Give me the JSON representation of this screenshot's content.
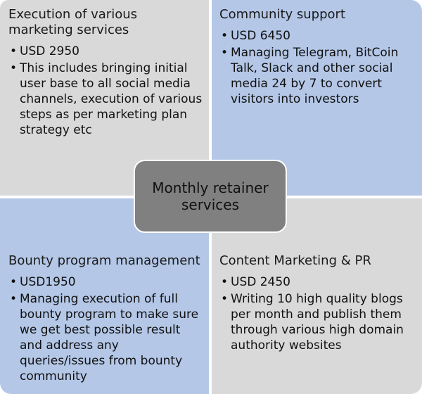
{
  "center": {
    "label": "Monthly retainer services"
  },
  "quadrants": {
    "top_left": {
      "title": "Execution of various marketing services",
      "bullets": [
        "USD 2950",
        "This includes bringing initial user base to all social media channels, execution of various steps as per marketing plan strategy etc"
      ]
    },
    "top_right": {
      "title": "Community support",
      "bullets": [
        "USD 6450",
        "Managing Telegram, BitCoin Talk, Slack and other social media 24 by 7 to convert visitors into investors"
      ]
    },
    "bottom_left": {
      "title": "Bounty program management",
      "bullets": [
        "USD1950",
        "Managing execution of full bounty program to make sure we get best possible result and address any queries/issues from bounty community"
      ]
    },
    "bottom_right": {
      "title": "Content Marketing & PR",
      "bullets": [
        "USD 2450",
        "Writing 10 high quality blogs per month and publish them through various high domain authority websites"
      ]
    }
  },
  "bullet_glyph": "•",
  "colors": {
    "gray": "#d9d9d9",
    "blue": "#b4c7e7",
    "center": "#808080"
  }
}
